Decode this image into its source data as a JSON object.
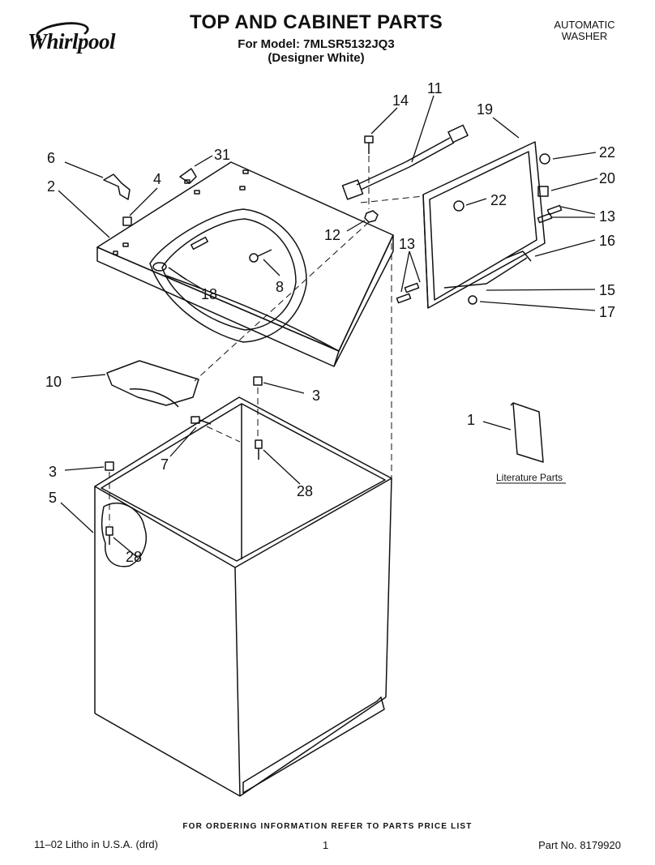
{
  "header": {
    "brand": "Whirlpool",
    "title": "TOP AND CABINET PARTS",
    "model_line": "For Model: 7MLSR5132JQ3",
    "color_line": "(Designer White)",
    "machine_line1": "AUTOMATIC",
    "machine_line2": "WASHER"
  },
  "callouts": {
    "c1": "1",
    "c2": "2",
    "c3a": "3",
    "c3b": "3",
    "c4": "4",
    "c5": "5",
    "c6": "6",
    "c7": "7",
    "c8": "8",
    "c10": "10",
    "c11": "11",
    "c12": "12",
    "c13a": "13",
    "c13b": "13",
    "c14": "14",
    "c15": "15",
    "c16": "16",
    "c17": "17",
    "c18": "18",
    "c19": "19",
    "c20": "20",
    "c22a": "22",
    "c22b": "22",
    "c28a": "28",
    "c28b": "28",
    "c31": "31"
  },
  "literature_label": "Literature Parts",
  "footer": {
    "ordering_note": "FOR ORDERING INFORMATION REFER TO PARTS PRICE LIST",
    "litho": "11–02 Litho in U.S.A. (drd)",
    "page": "1",
    "part_no": "Part No. 8179920"
  }
}
